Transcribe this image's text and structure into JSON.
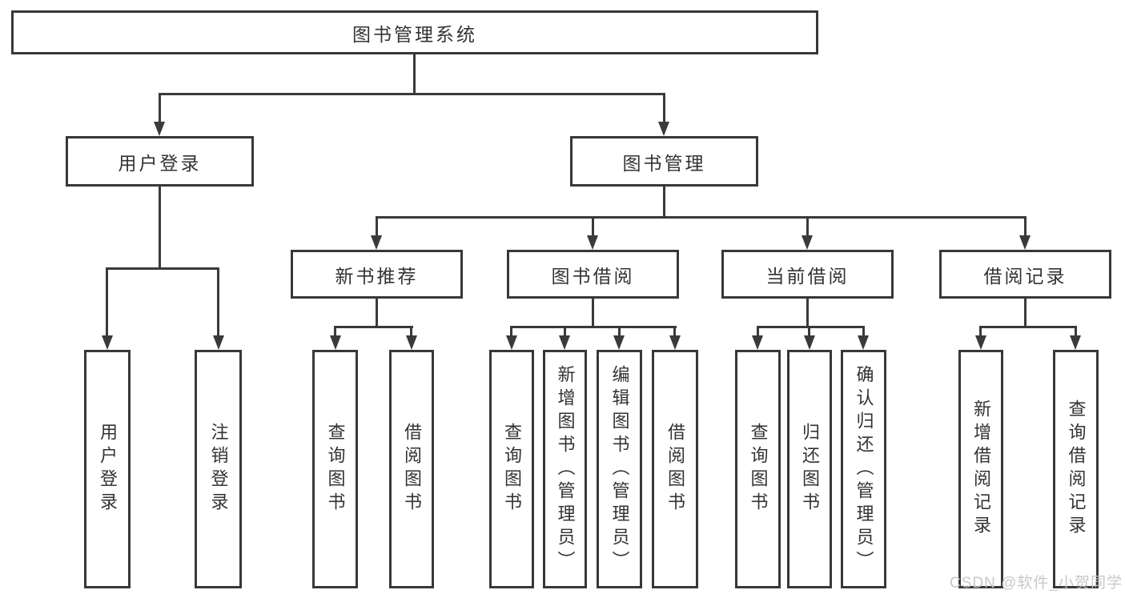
{
  "tree": {
    "label": "图书管理系统",
    "children": [
      {
        "label": "用户登录",
        "children": [
          {
            "label": "用户登录"
          },
          {
            "label": "注销登录"
          }
        ]
      },
      {
        "label": "图书管理",
        "children": [
          {
            "label": "新书推荐",
            "children": [
              {
                "label": "查询图书"
              },
              {
                "label": "借阅图书"
              }
            ]
          },
          {
            "label": "图书借阅",
            "children": [
              {
                "label": "查询图书"
              },
              {
                "label": "新增图书（管理员）"
              },
              {
                "label": "编辑图书（管理员）"
              },
              {
                "label": "借阅图书"
              }
            ]
          },
          {
            "label": "当前借阅",
            "children": [
              {
                "label": "查询图书"
              },
              {
                "label": "归还图书"
              },
              {
                "label": "确认归还（管理员）"
              }
            ]
          },
          {
            "label": "借阅记录",
            "children": [
              {
                "label": "新增借阅记录"
              },
              {
                "label": "查询借阅记录"
              }
            ]
          }
        ]
      }
    ]
  },
  "watermark": {
    "text": "CSDN @软件_小贺同学"
  },
  "colors": {
    "line": "#3a3a3a",
    "box_border": "#383838",
    "text": "#333333",
    "watermark": "#c3c3c3",
    "background": "#ffffff"
  }
}
